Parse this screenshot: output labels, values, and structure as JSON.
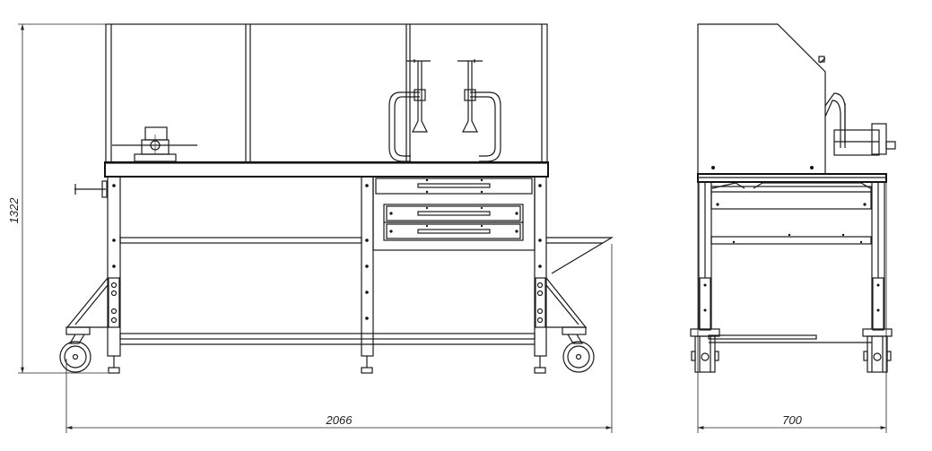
{
  "dimensions": {
    "height": "1322",
    "front_width": "2066",
    "side_width": "700"
  }
}
